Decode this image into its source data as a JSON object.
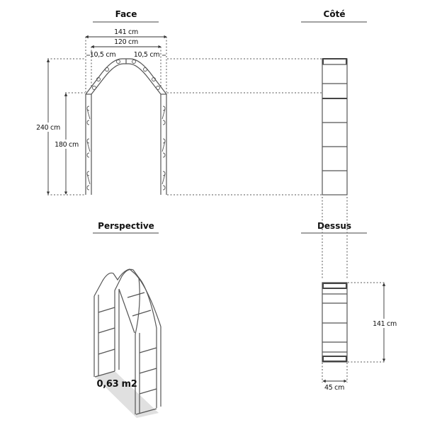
{
  "views": {
    "face": {
      "title": "Face"
    },
    "cote": {
      "title": "Côté"
    },
    "perspective": {
      "title": "Perspective"
    },
    "dessus": {
      "title": "Dessus"
    }
  },
  "dimensions": {
    "total_width": "141 cm",
    "inner_width": "120 cm",
    "left_post": "10,5 cm",
    "right_post": "10,5 cm",
    "total_height": "240 cm",
    "post_height": "180 cm",
    "top_length": "141 cm",
    "depth": "45 cm"
  },
  "footprint": {
    "area": "0,63 m2"
  },
  "colors": {
    "line": "#555555",
    "text": "#111111",
    "shadow": "#dddddd"
  }
}
